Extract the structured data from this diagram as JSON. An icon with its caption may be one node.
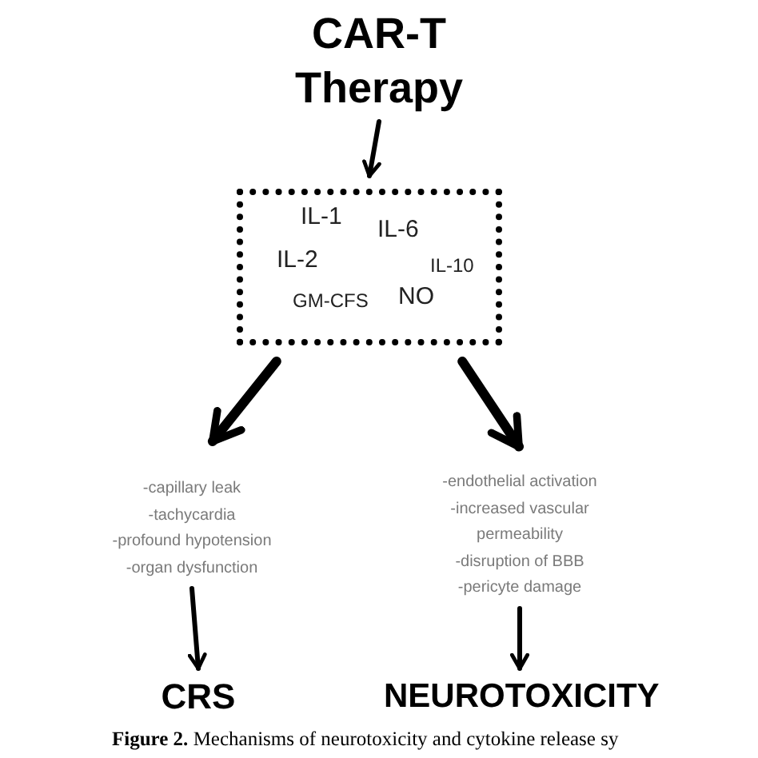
{
  "diagram": {
    "caption": "**Figure 2.** Mechanisms of neurotoxicity and cytokine release sy",
    "nodes": [
      {
        "text": [
          "CAR-T Therapy"
        ]
      },
      {
        "text": [
          "IL-1",
          "IL-6",
          "IL-2",
          "IL-10",
          "GM-CFS",
          "NO"
        ]
      },
      {
        "text": [
          "-capillary leak",
          "-tachycardia",
          "-profound hypotension",
          "-organ dysfunction"
        ]
      },
      {
        "text": [
          "-endothelial activation",
          "-increased vascular permeability",
          "-disruption of BBB",
          "-pericyte damage"
        ]
      },
      {
        "text": [
          "CRS"
        ]
      },
      {
        "text": [
          "NEUROTOXICITY"
        ]
      }
    ],
    "edges": [
      {
        "from": 0,
        "to": 1,
        "arrow": "to"
      },
      {
        "from": 1,
        "to": 2,
        "arrow": "to",
        "style": "thick"
      },
      {
        "from": 1,
        "to": 3,
        "arrow": "to",
        "style": "thick"
      },
      {
        "from": 2,
        "to": 4,
        "arrow": "to"
      },
      {
        "from": 3,
        "to": 5,
        "arrow": "to"
      }
    ]
  }
}
